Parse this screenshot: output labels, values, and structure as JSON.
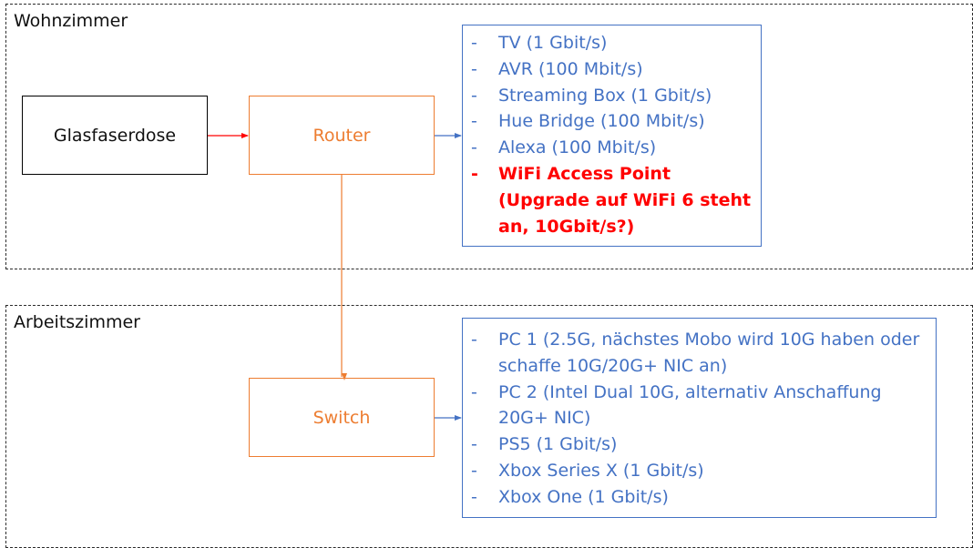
{
  "zones": {
    "wohnzimmer": "Wohnzimmer",
    "arbeitszimmer": "Arbeitszimmer"
  },
  "nodes": {
    "glasfaserdose": "Glasfaserdose",
    "router": "Router",
    "switch": "Switch"
  },
  "wohnzimmer_devices": [
    {
      "text": "TV (1 Gbit/s)"
    },
    {
      "text": "AVR (100 Mbit/s)"
    },
    {
      "text": "Streaming Box (1 Gbit/s)"
    },
    {
      "text": "Hue Bridge (100 Mbit/s)"
    },
    {
      "text": "Alexa (100 Mbit/s)"
    },
    {
      "text": "WiFi Access Point (Upgrade auf WiFi 6 steht an, 10Gbit/s?)",
      "highlight": true
    }
  ],
  "arbeitszimmer_devices": [
    {
      "text": "PC 1 (2.5G, nächstes Mobo wird 10G haben oder schaffe 10G/20G+ NIC an)"
    },
    {
      "text": "PC 2 (Intel Dual 10G, alternativ Anschaffung 20G+ NIC)"
    },
    {
      "text": "PS5 (1 Gbit/s)"
    },
    {
      "text": "Xbox Series X (1 Gbit/s)"
    },
    {
      "text": "Xbox One (1 Gbit/s)"
    }
  ],
  "list_marker": "-",
  "colors": {
    "orange": "#ED7D31",
    "blue": "#4472C4",
    "red": "#FF0000",
    "border": "#2b2b2b"
  }
}
